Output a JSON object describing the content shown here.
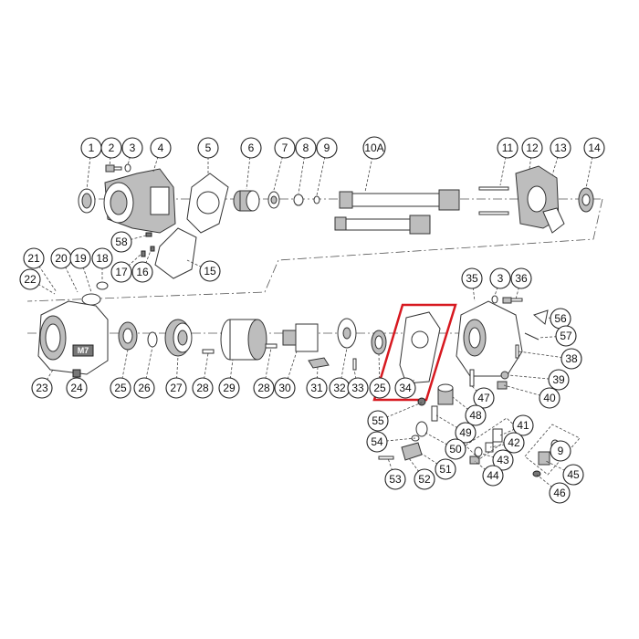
{
  "diagram": {
    "callouts": [
      "1",
      "2",
      "3",
      "4",
      "5",
      "6",
      "7",
      "8",
      "9",
      "10A",
      "11",
      "12",
      "13",
      "14",
      "58",
      "17",
      "16",
      "15",
      "21",
      "20",
      "19",
      "18",
      "22",
      "23",
      "24",
      "25",
      "26",
      "27",
      "28",
      "29",
      "28",
      "30",
      "31",
      "32",
      "33",
      "25",
      "34",
      "35",
      "3",
      "36",
      "56",
      "57",
      "38",
      "39",
      "40",
      "47",
      "48",
      "55",
      "49",
      "54",
      "50",
      "51",
      "53",
      "52",
      "41",
      "42",
      "43",
      "44",
      "9",
      "45",
      "46"
    ],
    "brand_mark": "M7",
    "highlighted_part": "34",
    "colors": {
      "highlight": "#d71920",
      "line": "#333333",
      "shade": "#bdbdbd"
    }
  }
}
